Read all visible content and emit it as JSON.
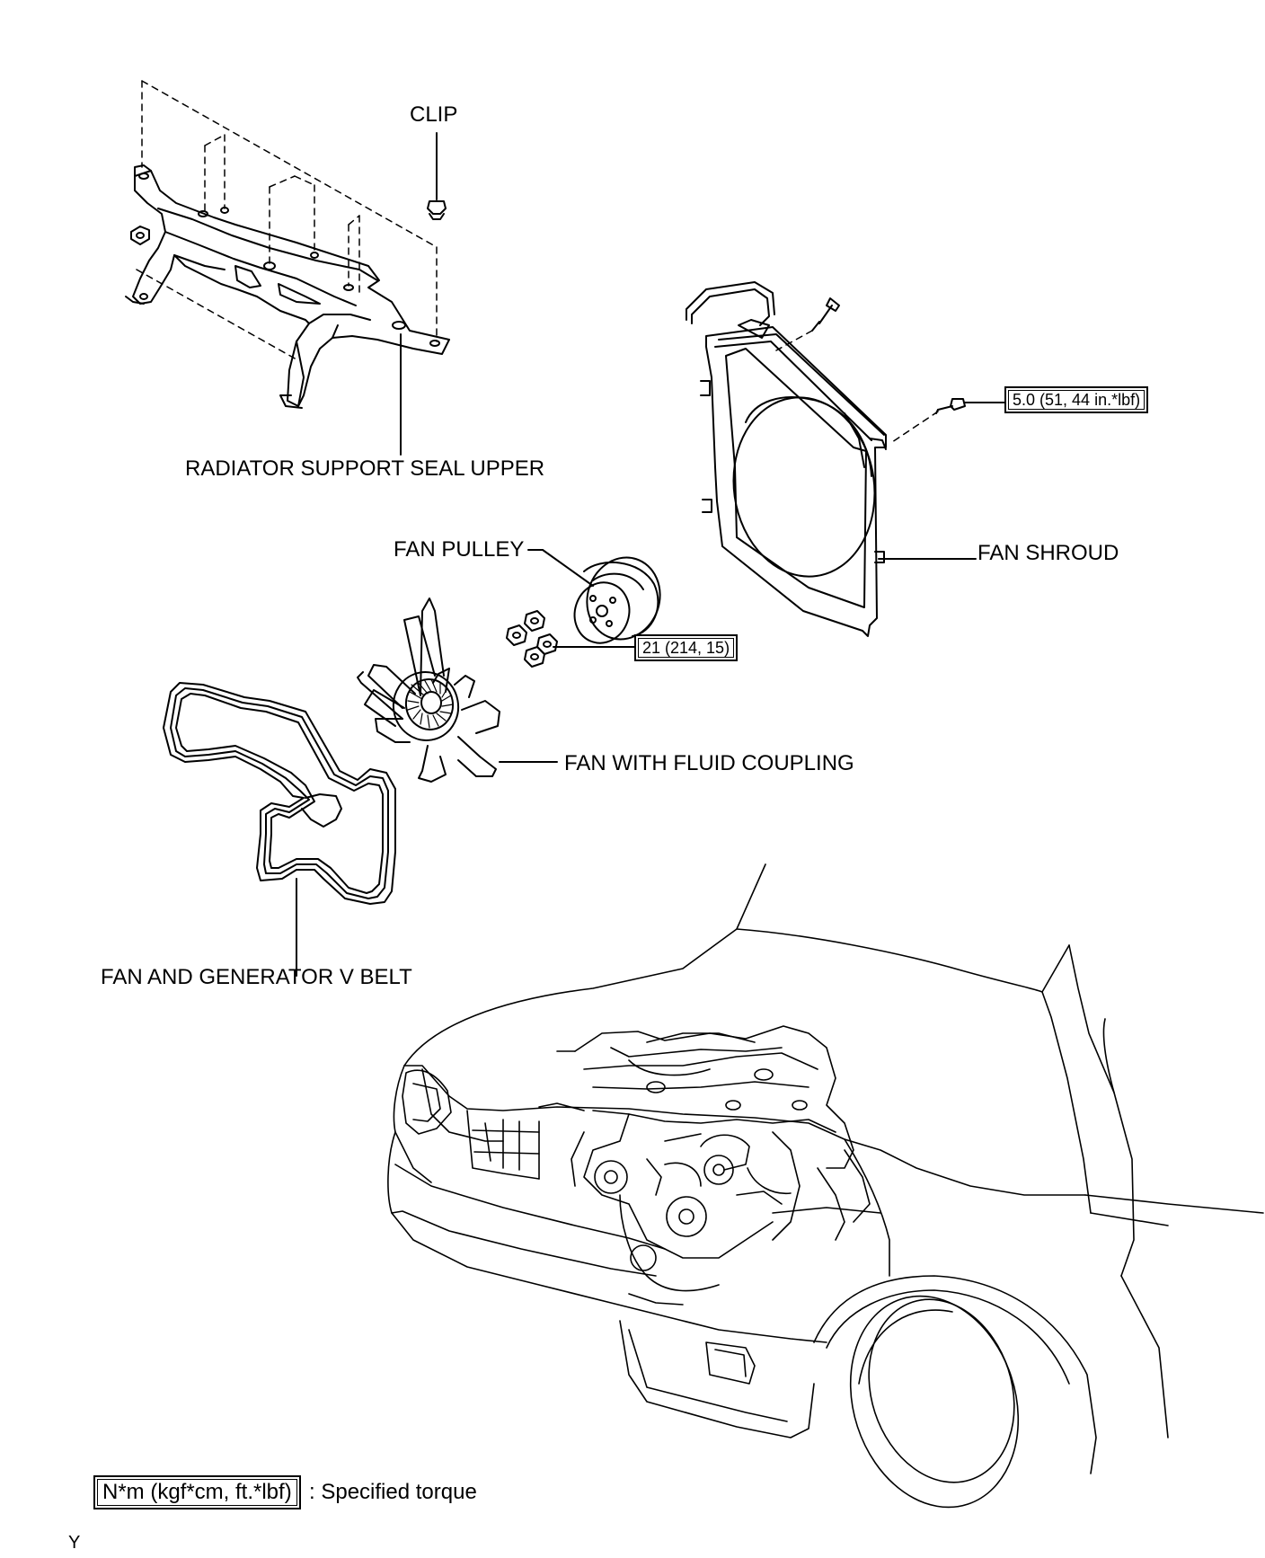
{
  "labels": {
    "clip": "CLIP",
    "radiator_support_seal_upper": "RADIATOR SUPPORT SEAL UPPER",
    "fan_shroud": "FAN SHROUD",
    "fan_pulley": "FAN PULLEY",
    "fan_with_fluid_coupling": "FAN WITH FLUID COUPLING",
    "fan_and_generator_v_belt": "FAN AND GENERATOR V BELT"
  },
  "torque": {
    "shroud_bolt": "5.0 (51, 44 in.*lbf)",
    "fan_nuts": "21 (214, 15)"
  },
  "legend": {
    "box": "N*m (kgf*cm, ft.*lbf)",
    "text": ": Specified torque"
  },
  "figure_code": "Y"
}
